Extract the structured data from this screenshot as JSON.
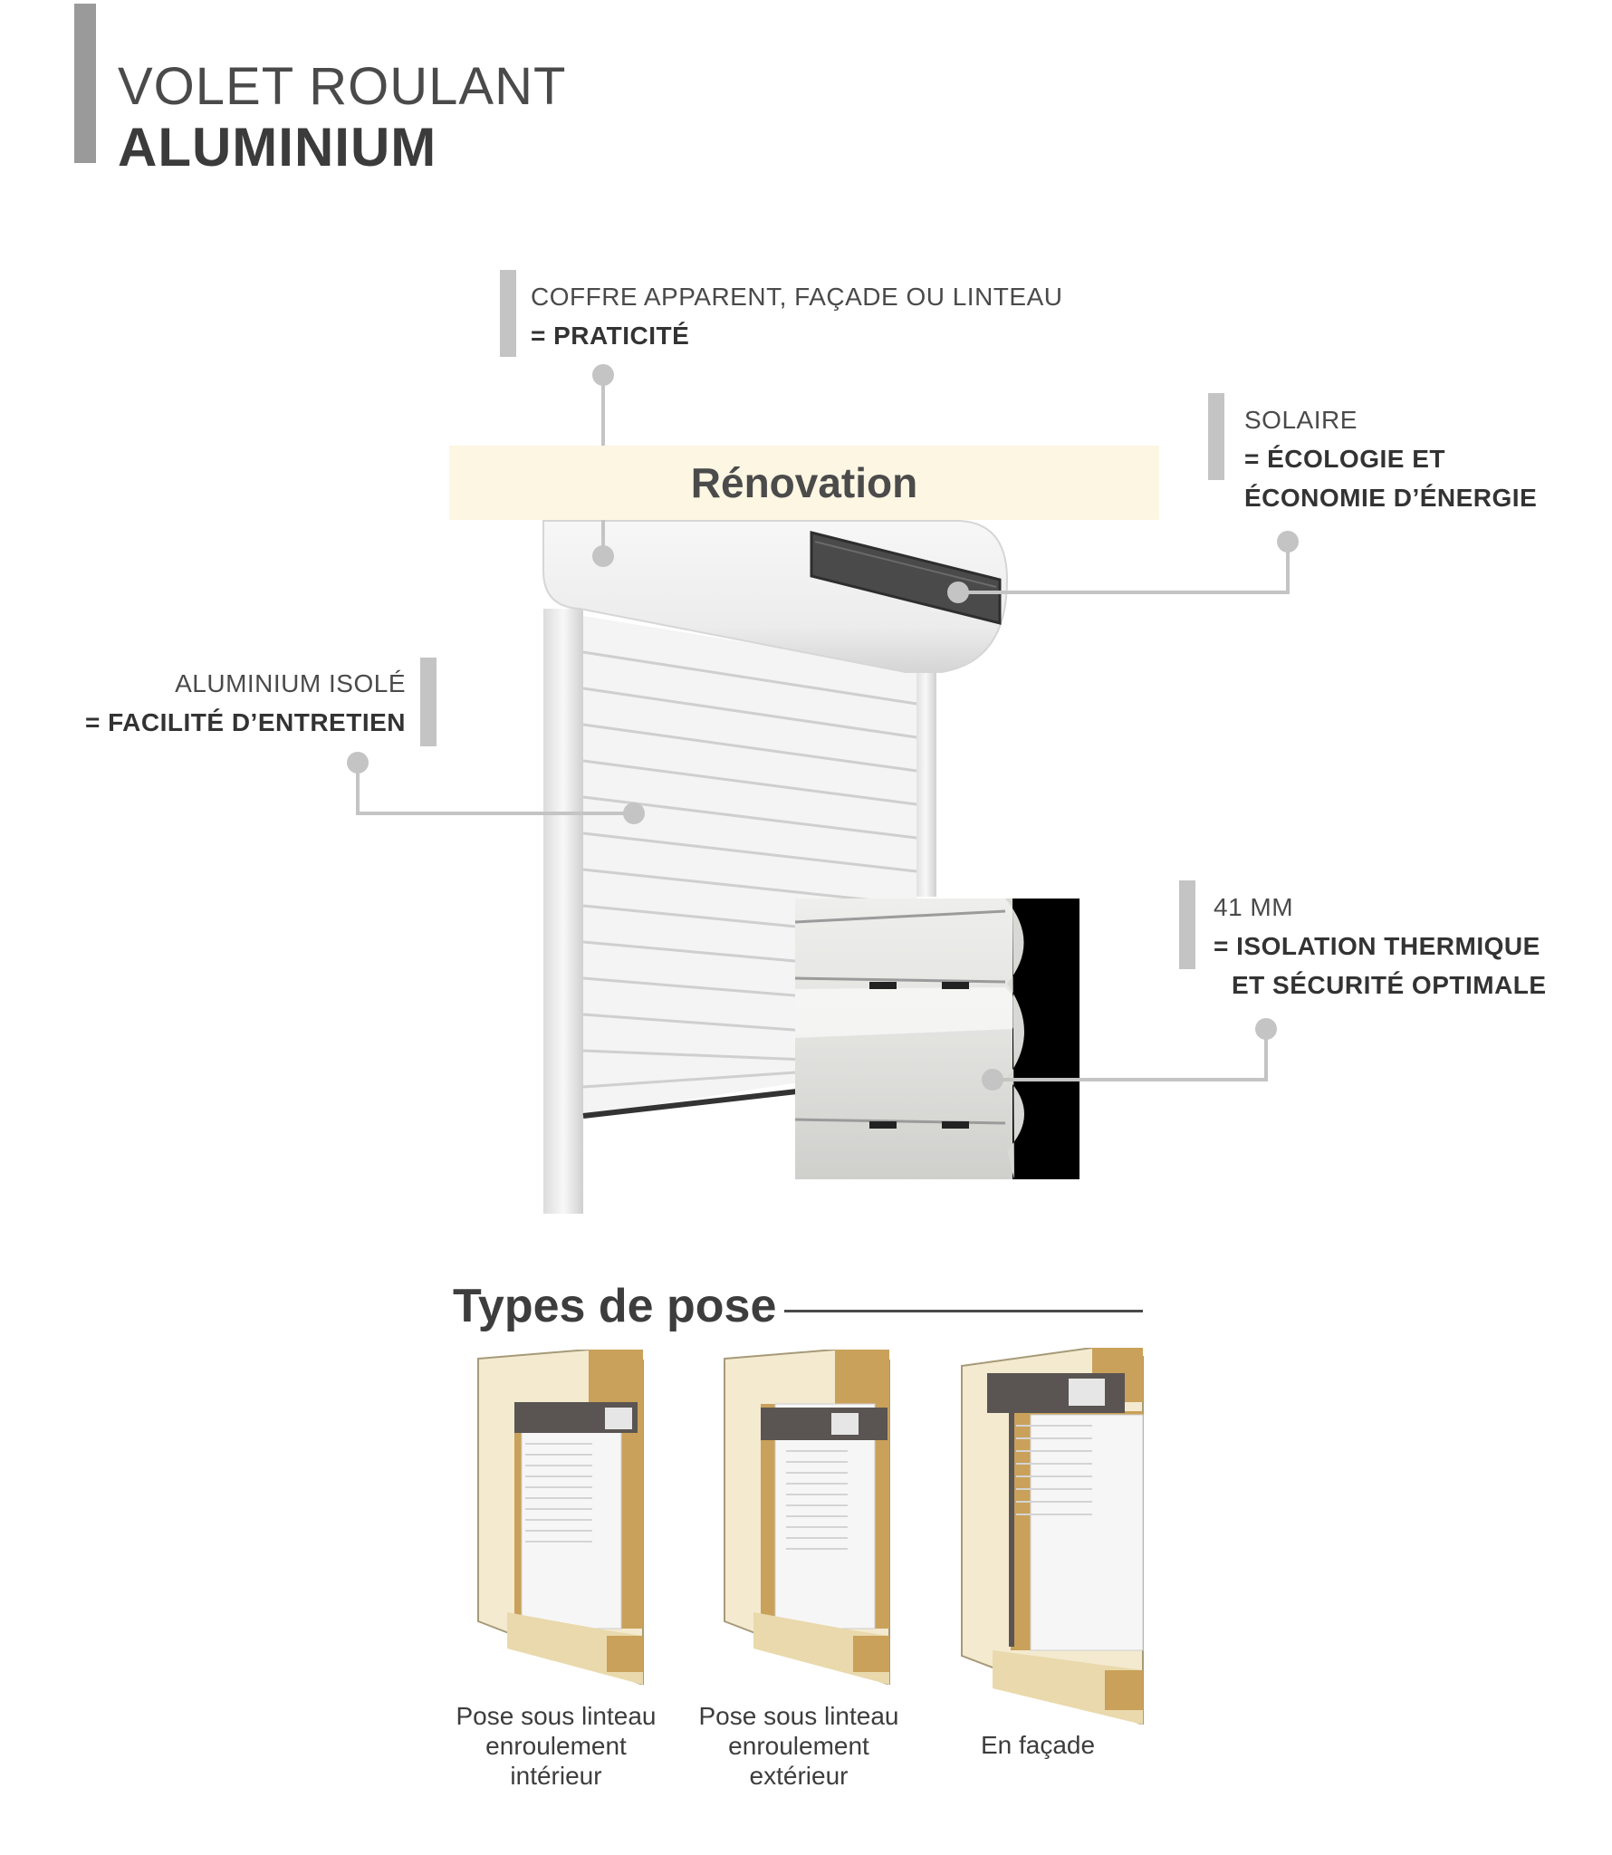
{
  "header": {
    "title_line1": "VOLET ROULANT",
    "title_line2": "ALUMINIUM"
  },
  "features": [
    {
      "label": "COFFRE APPARENT, FAÇADE OU LINTEAU",
      "benefit": "= PRATICITÉ"
    },
    {
      "label": "SOLAIRE",
      "benefit_line1": "= ÉCOLOGIE ET",
      "benefit_line2": "ÉCONOMIE D’ÉNERGIE"
    },
    {
      "label": "ALUMINIUM ISOLÉ",
      "benefit": "= FACILITÉ D’ENTRETIEN"
    },
    {
      "label": "41 MM",
      "benefit_line1": "= ISOLATION THERMIQUE",
      "benefit_line2": "ET SÉCURITÉ OPTIMALE"
    }
  ],
  "product_banner": "Rénovation",
  "types_section": {
    "heading": "Types de pose",
    "items": [
      {
        "line1": "Pose sous linteau",
        "line2": "enroulement",
        "line3": "intérieur"
      },
      {
        "line1": "Pose sous linteau",
        "line2": "enroulement",
        "line3": "extérieur"
      },
      {
        "line1": "En façade",
        "line2": "",
        "line3": ""
      }
    ]
  },
  "colors": {
    "accent_bar": "#9a9a9a",
    "callout_line": "#c4c4c4",
    "banner_bg": "#fdf6e3",
    "wall": "#f3ead0",
    "wood": "#c9a15a",
    "box_dark": "#5a5552"
  }
}
